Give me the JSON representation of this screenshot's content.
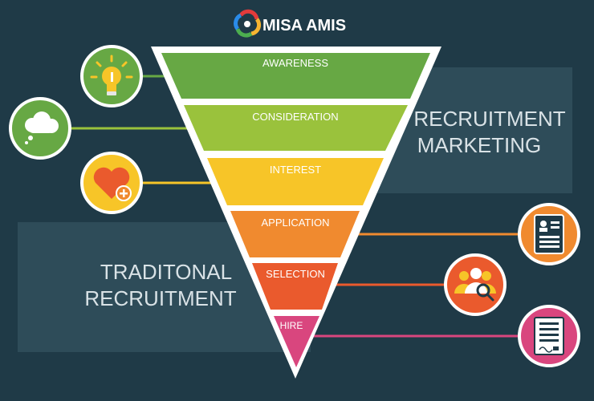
{
  "brand": {
    "name": "MISA AMIS"
  },
  "colors": {
    "background": "#1f3a47",
    "panel": "#2e4c59",
    "awareness": "#67a844",
    "consideration": "#9ac23c",
    "interest": "#f7c528",
    "application": "#f08a2f",
    "selection": "#ea5a2d",
    "hire": "#d9467e"
  },
  "funnel": {
    "stages": [
      {
        "label": "AWARENESS"
      },
      {
        "label": "CONSIDERATION"
      },
      {
        "label": "INTEREST"
      },
      {
        "label": "APPLICATION"
      },
      {
        "label": "SELECTION"
      },
      {
        "label": "HIRE"
      }
    ]
  },
  "panels": {
    "marketing": {
      "line1": "RECRUITMENT",
      "line2": "MARKETING"
    },
    "traditional": {
      "line1": "TRADITONAL",
      "line2": "RECRUITMENT"
    }
  },
  "icons": {
    "left": [
      "lightbulb-icon",
      "thought-bubble-icon",
      "heart-plus-icon"
    ],
    "right": [
      "resume-card-icon",
      "people-search-icon",
      "contract-document-icon"
    ]
  }
}
